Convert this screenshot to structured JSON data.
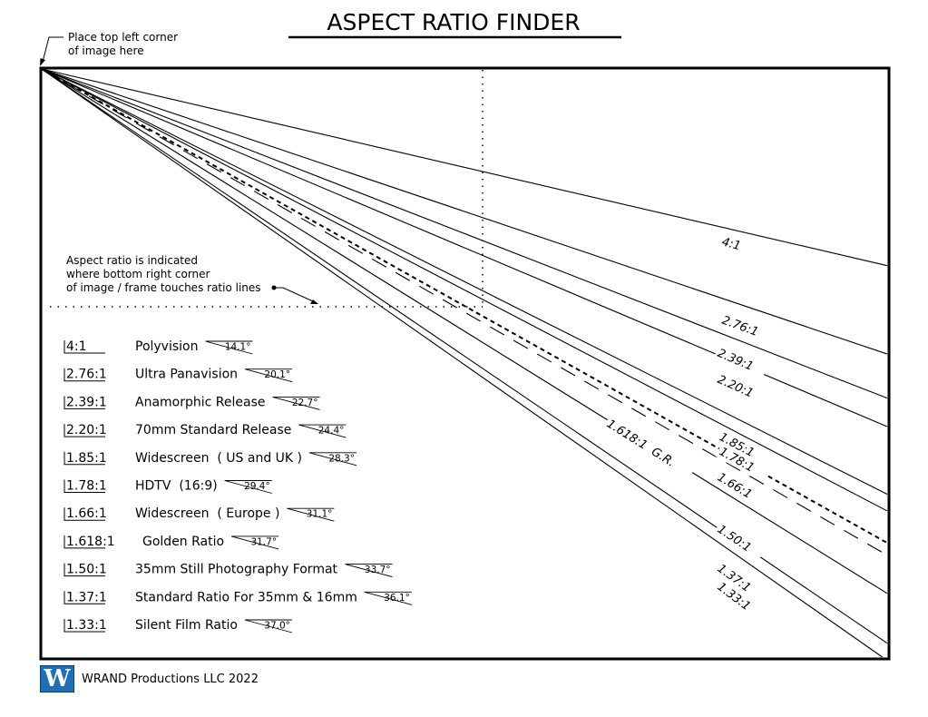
{
  "title": "ASPECT RATIO FINDER",
  "corner_note": [
    "Place top left corner",
    "of image here"
  ],
  "indicator_note": [
    "Aspect ratio is indicated",
    "where bottom right corner",
    "of image / frame touches ratio lines"
  ],
  "ratios": [
    {
      "key": "r400",
      "label": "4:1",
      "line_label": "4:1",
      "value": 4.0,
      "name": "Polyvision",
      "angle": "14.1°",
      "style": "solid"
    },
    {
      "key": "r276",
      "label": "2.76:1",
      "line_label": "2.76:1",
      "value": 2.76,
      "name": "Ultra Panavision",
      "angle": "20.1°",
      "style": "solid"
    },
    {
      "key": "r239",
      "label": "2.39:1",
      "line_label": "2.39:1",
      "value": 2.39,
      "name": "Anamorphic Release",
      "angle": "22.7°",
      "style": "solid"
    },
    {
      "key": "r220",
      "label": "2.20:1",
      "line_label": "2.20:1",
      "value": 2.2,
      "name": "70mm Standard Release",
      "angle": "24.4°",
      "style": "solid"
    },
    {
      "key": "r185",
      "label": "1.85:1",
      "line_label": "1.85:1",
      "value": 1.85,
      "name": "Widescreen  ( US and UK )",
      "angle": "28.3°",
      "style": "solid"
    },
    {
      "key": "r178",
      "label": "1.78:1",
      "line_label": "1.78:1",
      "value": 1.78,
      "name": "HDTV  (16:9)",
      "angle": "29.4°",
      "style": "solid"
    },
    {
      "key": "r166",
      "label": "1.66:1",
      "line_label": "1.66:1",
      "value": 1.66,
      "name": "Widescreen  ( Europe )",
      "angle": "31.1°",
      "style": "dashed-short"
    },
    {
      "key": "r1618",
      "label": "1.618:1",
      "line_label": "1.618:1  G.R.",
      "value": 1.618,
      "name": "Golden Ratio",
      "angle": "31.7°",
      "style": "dashed-long"
    },
    {
      "key": "r150",
      "label": "1.50:1",
      "line_label": "1.50:1",
      "value": 1.5,
      "name": "35mm Still Photography Format",
      "angle": "33.7°",
      "style": "solid"
    },
    {
      "key": "r137",
      "label": "1.37:1",
      "line_label": "1.37:1",
      "value": 1.37,
      "name": "Standard Ratio For 35mm & 16mm",
      "angle": "36.1°",
      "style": "solid"
    },
    {
      "key": "r133",
      "label": "1.33:1",
      "line_label": "1.33:1",
      "value": 1.33,
      "name": "Silent Film Ratio",
      "angle": "37.0°",
      "style": "solid"
    }
  ],
  "footer": {
    "logo_letter": "W",
    "company": "WRAND Productions LLC  2022",
    "logo_color": "#1f6fb8"
  }
}
